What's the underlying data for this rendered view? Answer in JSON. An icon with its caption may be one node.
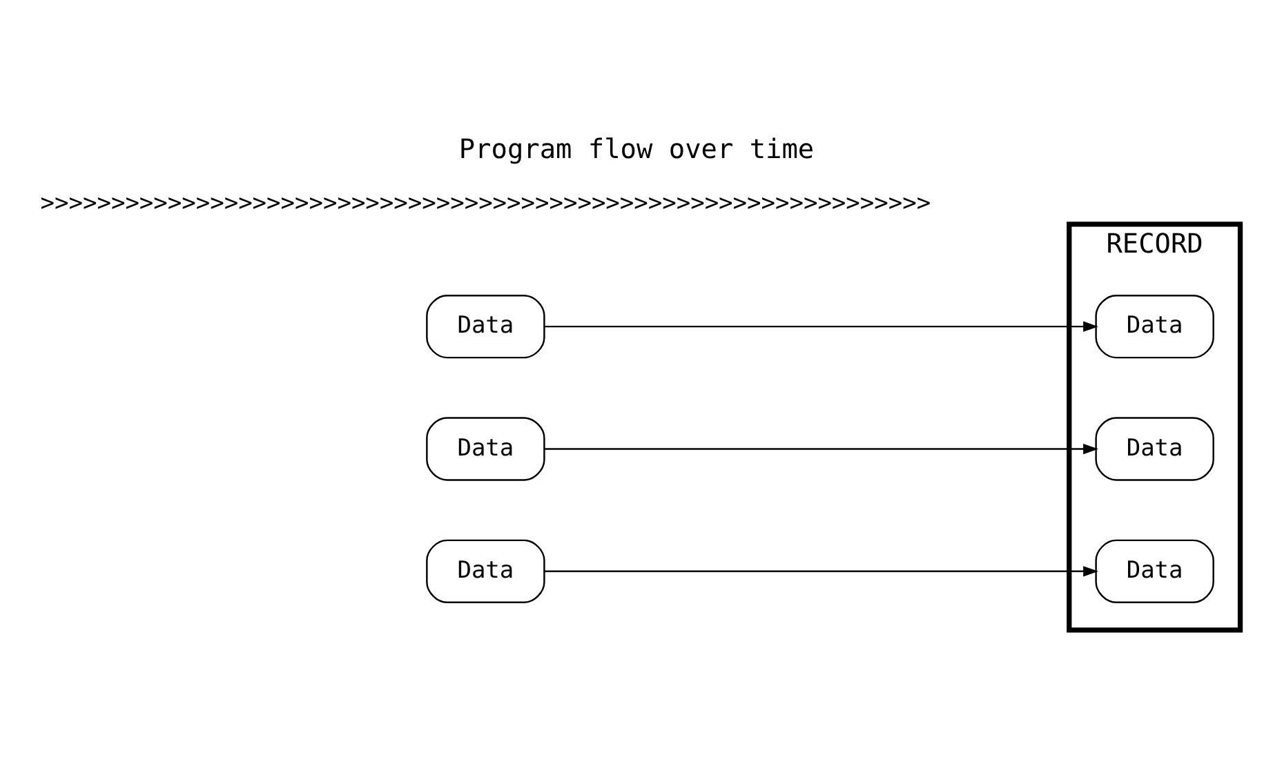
{
  "diagram": {
    "title": "Program flow over time",
    "nodes": [
      {
        "text": [
          "Data"
        ]
      },
      {
        "text": [
          "Data"
        ]
      },
      {
        "text": [
          "Data"
        ]
      },
      {
        "text": [
          "RECORD"
        ]
      },
      {
        "text": [
          "Data"
        ],
        "in": 3
      },
      {
        "text": [
          "Data"
        ],
        "in": 3
      },
      {
        "text": [
          "Data"
        ],
        "in": 3
      }
    ],
    "edges": [
      {
        "from": 2,
        "to": 4,
        "arrow": "to"
      },
      {
        "from": 1,
        "to": 5,
        "arrow": "to"
      },
      {
        "from": 0,
        "to": 6,
        "arrow": "to"
      }
    ],
    "labels": [
      ">>>>>>>>>>>>>>>>>>>>>>>>>>>>>>>>>>>>>>>>>>>>>>>>>>>>>>>>>>>>>>>"
    ]
  }
}
